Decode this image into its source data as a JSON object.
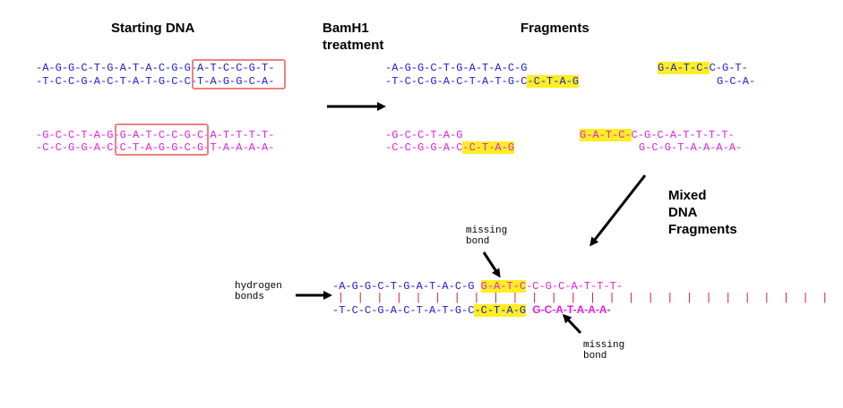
{
  "labels": {
    "starting_dna": "Starting DNA",
    "treatment": "BamH1\ntreatment",
    "fragments": "Fragments",
    "mixed": "Mixed\nDNA\nFragments",
    "hydrogen_bonds": "hydrogen\nbonds",
    "missing_bond_top": "missing\nbond",
    "missing_bond_bottom": "missing\nbond"
  },
  "starting": {
    "blue_top_a": "-A-G-G-C-T-G-A-T-A-C-",
    "blue_top_b": "G-G-A-T-C-C",
    "blue_top_c": "-G-T-",
    "blue_bot_a": "-T-C-C-G-A-C-T-A-T-G-",
    "blue_bot_b": "C-C-T-A-G-G",
    "blue_bot_c": "-C-A-",
    "pink_top_a": "-G-C-C-T-A-",
    "pink_top_b": "G-G-A-T-C-C",
    "pink_top_c": "-G-C-A-T-T-T-T-",
    "pink_bot_a": "-C-C-G-G-A-",
    "pink_bot_b": "C-C-T-A-G-G",
    "pink_bot_c": "-C-G-T-A-A-A-A-"
  },
  "fragments": {
    "blue_left_top": "-A-G-G-C-T-G-A-T-A-C-G",
    "blue_left_bot_a": "-T-C-C-G-A-C-T-A-T-G-C",
    "blue_left_bot_hl": "-C-T-A-G",
    "blue_right_top_hl": "G-A-T-C-",
    "blue_right_top_b": "C-G-T-",
    "blue_right_bot": "G-C-A-",
    "pink_left_top": "-G-C-C-T-A-G",
    "pink_left_bot_a": "-C-C-G-G-A-C",
    "pink_left_bot_hl": "-C-T-A-G",
    "pink_right_top_hl": "G-A-T-C-",
    "pink_right_top_b": "C-G-C-A-T-T-T-T-",
    "pink_right_bot": "G-C-G-T-A-A-A-A-"
  },
  "mixed": {
    "top_blue": "-A-G-G-C-T-G-A-T-A-C-G",
    "top_hl": "G-A-T-C",
    "top_pink": "-C-G-C-A-T-T-T-",
    "bot_blue": "-T-C-C-G-A-C-T-A-T-G-C",
    "bot_hl": "-C-T-A-G",
    "bot_pink": "G-C-A-T-A-A-A-",
    "bonds": "|  |  |  |  |  |  |  |  |  |  |  |  |  |  |  |  |  |  |  |  |  |  |  |  |  |"
  },
  "colors": {
    "blue": "#1a1ad6",
    "pink": "#e020e0",
    "highlight": "#ffee22",
    "box": "#f08080",
    "bond": "#e02020"
  }
}
